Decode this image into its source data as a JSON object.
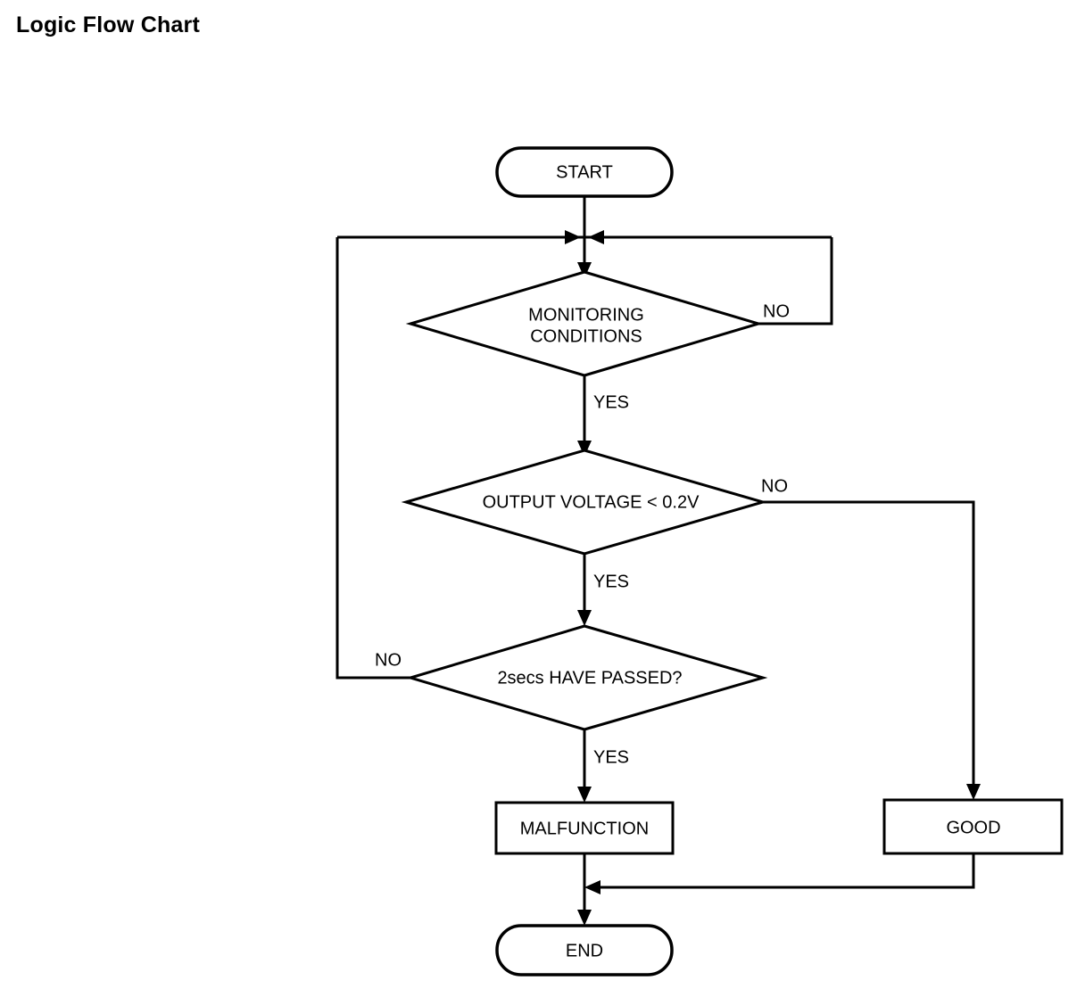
{
  "page": {
    "title": "Logic Flow Chart"
  },
  "chart_data": {
    "type": "diagram",
    "diagram_type": "flowchart",
    "title": "Logic Flow Chart",
    "orientation": "top-to-bottom",
    "nodes": [
      {
        "id": "start",
        "shape": "terminator",
        "label": "START"
      },
      {
        "id": "monitoring",
        "shape": "decision",
        "label": "MONITORING CONDITIONS",
        "line1": "MONITORING",
        "line2": "CONDITIONS"
      },
      {
        "id": "voltage",
        "shape": "decision",
        "label": "OUTPUT VOLTAGE < 0.2V"
      },
      {
        "id": "timer",
        "shape": "decision",
        "label": "2secs HAVE PASSED?"
      },
      {
        "id": "malfunction",
        "shape": "process",
        "label": "MALFUNCTION"
      },
      {
        "id": "good",
        "shape": "process",
        "label": "GOOD"
      },
      {
        "id": "end",
        "shape": "terminator",
        "label": "END"
      }
    ],
    "edges": [
      {
        "from": "start",
        "to": "monitoring",
        "label": ""
      },
      {
        "from": "monitoring",
        "to": "voltage",
        "label": "YES"
      },
      {
        "from": "monitoring",
        "to": "monitoring",
        "label": "NO",
        "routing": "right-loop-to-top-junction"
      },
      {
        "from": "voltage",
        "to": "timer",
        "label": "YES"
      },
      {
        "from": "voltage",
        "to": "good",
        "label": "NO",
        "routing": "right-then-down"
      },
      {
        "from": "timer",
        "to": "malfunction",
        "label": "YES"
      },
      {
        "from": "timer",
        "to": "monitoring",
        "label": "NO",
        "routing": "left-loop-to-top-junction"
      },
      {
        "from": "malfunction",
        "to": "end",
        "label": ""
      },
      {
        "from": "good",
        "to": "end",
        "label": "",
        "routing": "down-then-left"
      }
    ],
    "labels": {
      "yes": "YES",
      "no": "NO"
    }
  },
  "colors": {
    "stroke": "#000000",
    "fill": "#ffffff",
    "text": "#000000"
  }
}
